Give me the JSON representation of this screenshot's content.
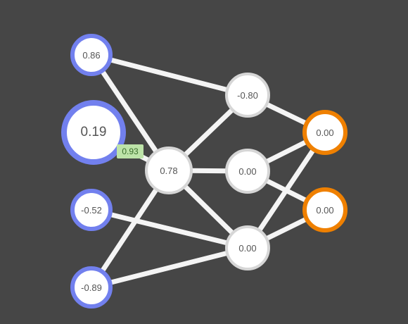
{
  "colors": {
    "background": "#464646",
    "edge": "#f4f4f4",
    "input_ring": "#7280ee",
    "hidden_ring": "#d6d6d6",
    "output_ring": "#ef8000",
    "weight_label_bg": "#bde3a8"
  },
  "network": {
    "inputs": [
      {
        "value": "0.86"
      },
      {
        "value": "0.19"
      },
      {
        "value": "-0.52"
      },
      {
        "value": "-0.89"
      }
    ],
    "hidden_middle": {
      "value": "0.78"
    },
    "hidden_right": [
      {
        "value": "-0.80"
      },
      {
        "value": "0.00"
      },
      {
        "value": "0.00"
      }
    ],
    "outputs": [
      {
        "value": "0.00"
      },
      {
        "value": "0.00"
      }
    ],
    "weight_label": "0.93"
  }
}
